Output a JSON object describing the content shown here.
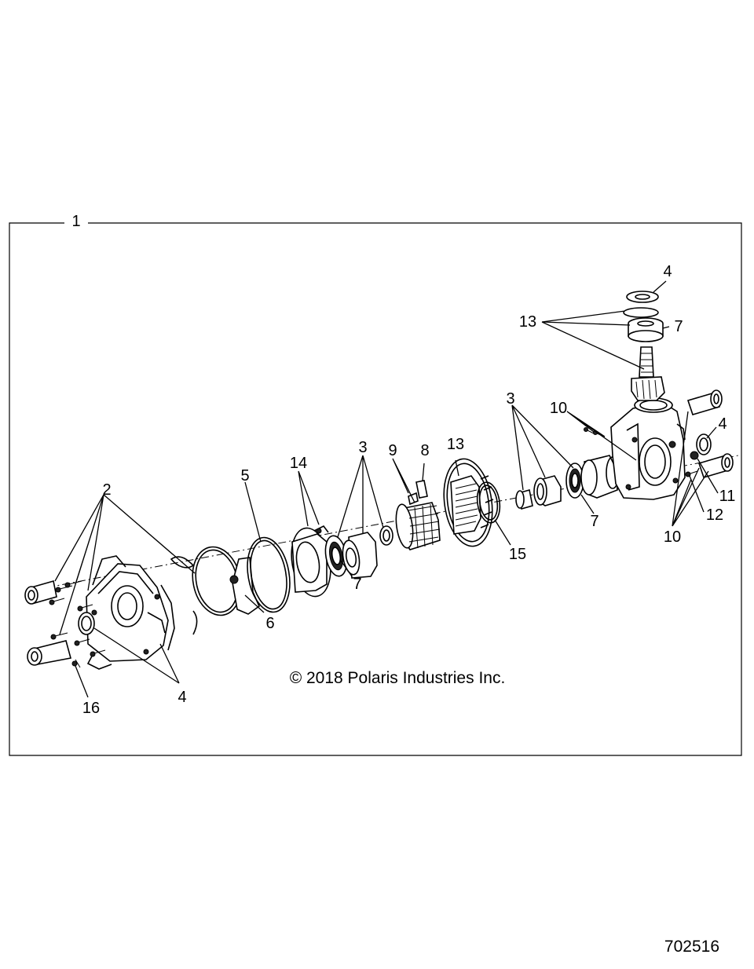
{
  "diagram": {
    "callouts": {
      "c1": "1",
      "c2": "2",
      "c3a": "3",
      "c3b": "3",
      "c4a": "4",
      "c4b": "4",
      "c4c": "4",
      "c5": "5",
      "c6": "6",
      "c7a": "7",
      "c7b": "7",
      "c7c": "7",
      "c8": "8",
      "c9": "9",
      "c10a": "10",
      "c10b": "10",
      "c11": "11",
      "c12": "12",
      "c13a": "13",
      "c13b": "13",
      "c14": "14",
      "c15": "15",
      "c16": "16"
    },
    "copyright": "© 2018 Polaris Industries Inc.",
    "document_number": "702516"
  }
}
